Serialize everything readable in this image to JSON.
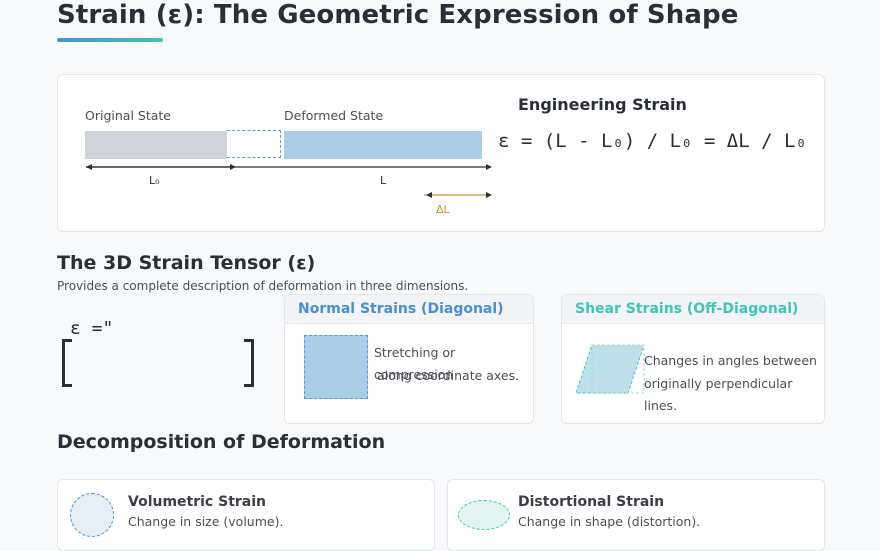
{
  "page": {
    "title": "Strain (ε): The Geometric Expression of Shape"
  },
  "strain_diagram": {
    "original_label": "Original State",
    "deformed_label": "Deformed State",
    "l0_label": "L₀",
    "l_label": "L",
    "delta_label": "ΔL",
    "engineering_title": "Engineering Strain",
    "formula": "ε = (L - L₀) / L₀ = ΔL / L₀"
  },
  "tensor": {
    "heading": "The 3D Strain Tensor (ε)",
    "description": "Provides a complete description of deformation in three dimensions.",
    "matrix_label": "ε =\"",
    "normal": {
      "title": "Normal Strains (Diagonal)",
      "line1": "Stretching or compression",
      "line2": "along coordinate axes."
    },
    "shear": {
      "title": "Shear Strains (Off-Diagonal)",
      "line1": "Changes in angles between",
      "line2": "originally perpendicular lines."
    }
  },
  "decomposition": {
    "heading": "Decomposition of Deformation",
    "volumetric": {
      "title": "Volumetric Strain",
      "text": "Change in size (volume)."
    },
    "distortional": {
      "title": "Distortional Strain",
      "text": "Change in shape (distortion)."
    }
  },
  "colors": {
    "normal_accent": "#4a8fd6",
    "shear_accent": "#3fc6b7",
    "delta_accent": "#e08a2e"
  }
}
